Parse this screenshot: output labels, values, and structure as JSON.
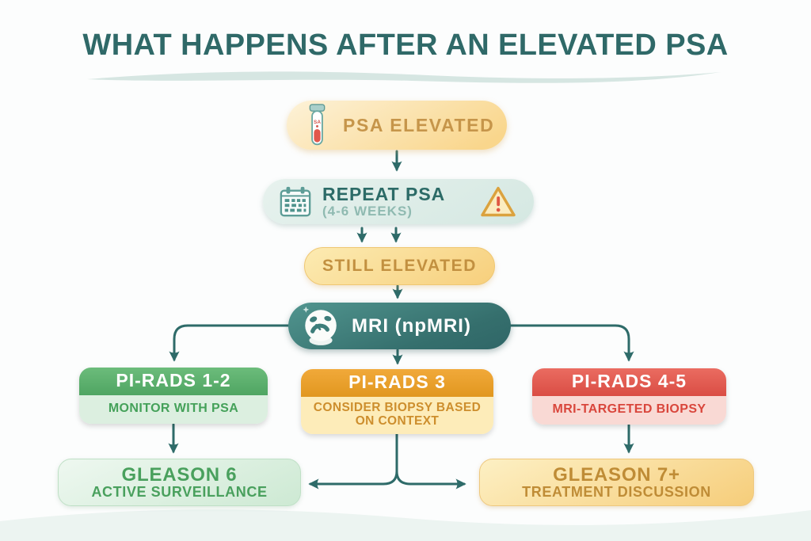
{
  "title": "WHAT HAPPENS AFTER AN ELEVATED PSA",
  "colors": {
    "accent_teal": "#2E6B69",
    "title_teal": "#2F6968",
    "gold_text": "#C6954A",
    "mint_pill": "#DDEDE8",
    "gold_pill": "#F8D386",
    "mri_pill_teal": "#3A7875",
    "green_header": "#5BAE6C",
    "orange_header": "#E99F2C",
    "red_header": "#E25B50",
    "green_body_text": "#44A159",
    "orange_body_text": "#CD8E2D",
    "red_body_text": "#D9463C"
  },
  "icons": {
    "test_tube": "test-tube-icon",
    "tube_label": "SA",
    "calendar": "calendar-icon",
    "warning": "warning-triangle-icon",
    "mri_scanner": "mri-scanner-icon"
  },
  "nodes": {
    "psa_elevated": {
      "label": "PSA ELEVATED"
    },
    "repeat_psa": {
      "label": "REPEAT PSA",
      "sublabel": "(4-6 WEEKS)"
    },
    "still_elevated": {
      "label": "STILL ELEVATED"
    },
    "mri": {
      "label": "MRI (npMRI)"
    },
    "pirads_1_2": {
      "label": "PI-RADS 1-2",
      "action": "MONITOR WITH PSA"
    },
    "pirads_3": {
      "label": "PI-RADS 3",
      "action": "CONSIDER BIOPSY BASED ON CONTEXT"
    },
    "pirads_4_5": {
      "label": "PI-RADS 4-5",
      "action": "MRI-TARGETED BIOPSY"
    },
    "gleason_6": {
      "label": "GLEASON 6",
      "action": "ACTIVE SURVEILLANCE"
    },
    "gleason_7_plus": {
      "label": "GLEASON 7+",
      "action": "TREATMENT DISCUSSION"
    }
  }
}
